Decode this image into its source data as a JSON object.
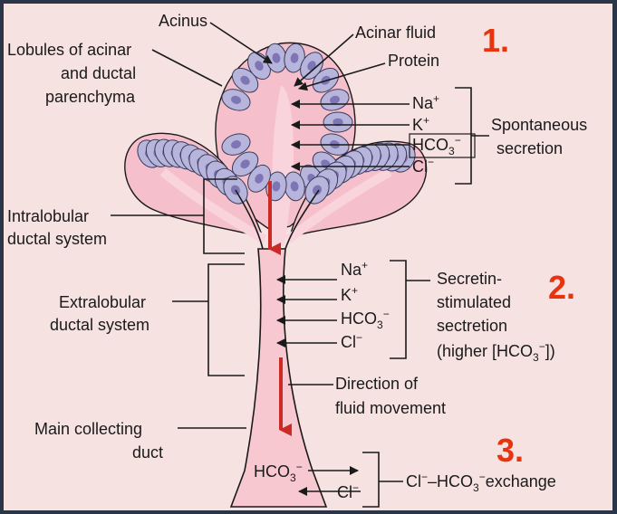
{
  "labels": {
    "acinus": "Acinus",
    "lobules_line1": "Lobules of acinar",
    "lobules_line2": "and ductal",
    "lobules_line3": "parenchyma",
    "acinar_fluid": "Acinar fluid",
    "protein": "Protein",
    "intralobular_line1": "Intralobular",
    "intralobular_line2": "ductal system",
    "extralobular_line1": "Extralobular",
    "extralobular_line2": "ductal system",
    "main_duct_line1": "Main collecting",
    "main_duct_line2": "duct",
    "direction_line1": "Direction of",
    "direction_line2": "fluid movement"
  },
  "sections": [
    {
      "number": "1.",
      "line1": "Spontaneous",
      "line2": "secretion",
      "line3": ""
    },
    {
      "number": "2.",
      "line1": "Secretin-",
      "line2": "stimulated",
      "line3": "sectretion"
    },
    {
      "number": "3.",
      "line1": "",
      "line2": "",
      "line3": ""
    }
  ],
  "section2_line4_prefix": "(higher [HCO",
  "section2_line4_suffix": "])",
  "section3_exchange": {
    "a": "Cl",
    "b": "–HCO",
    "c": "exchange"
  },
  "ions": {
    "na": "Na",
    "k": "K",
    "hco3": "HCO",
    "cl": "Cl",
    "sub3": "3",
    "plus": "+",
    "minus": "−"
  },
  "colors": {
    "duct": "#f8c8d0",
    "lobule": "#f5c0cc",
    "cell": "#b8b5dd",
    "nucleus": "#7e75b5",
    "arrow": "#cc2a24",
    "number": "#e8330f",
    "paper": "#f6e2e1"
  }
}
